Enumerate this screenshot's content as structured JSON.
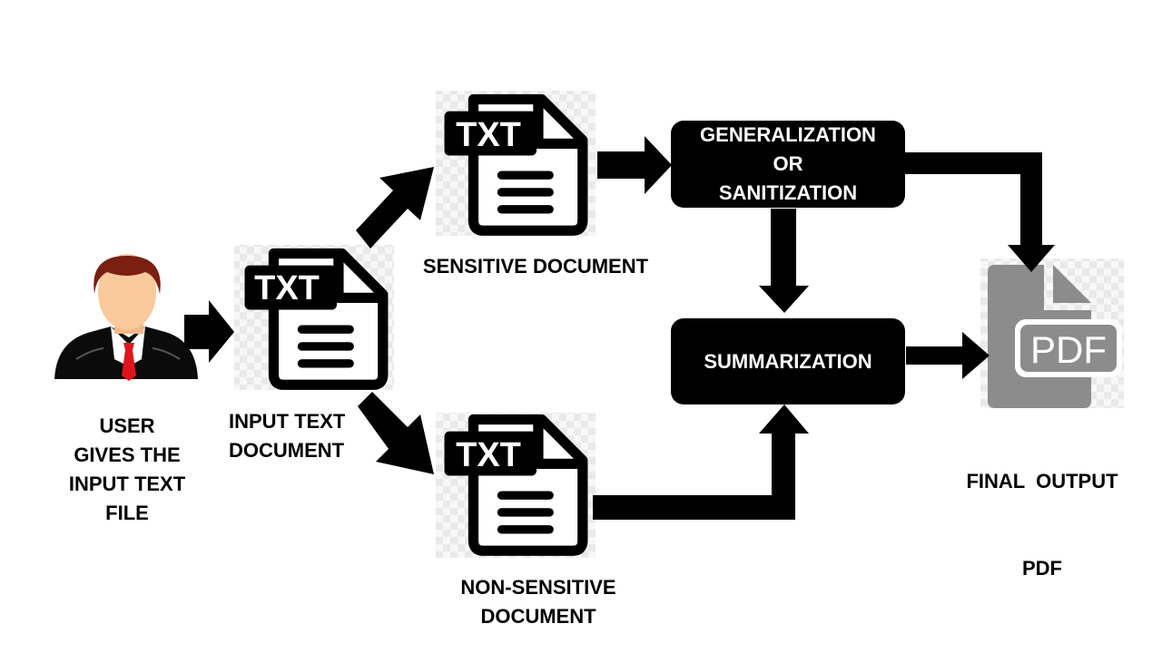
{
  "user": {
    "label_lines": [
      "USER",
      "GIVES THE",
      "INPUT TEXT",
      "FILE"
    ]
  },
  "input_doc": {
    "icon_text": "TXT",
    "label_lines": [
      "INPUT TEXT",
      "DOCUMENT"
    ]
  },
  "sensitive_doc": {
    "icon_text": "TXT",
    "label": "SENSITIVE DOCUMENT"
  },
  "nonsensitive_doc": {
    "icon_text": "TXT",
    "label_lines": [
      "NON-SENSITIVE",
      "DOCUMENT"
    ]
  },
  "generalization_box": {
    "lines": [
      "GENERALIZATION",
      "OR",
      "SANITIZATION"
    ]
  },
  "summarization_box": {
    "label": "SUMMARIZATION"
  },
  "output_pdf": {
    "icon_text": "PDF",
    "label_lines": [
      "FINAL  OUTPUT",
      "PDF"
    ]
  },
  "colors": {
    "arrow": "#000000",
    "box": "#000000",
    "pdf_icon": "#8c8c8c",
    "hair": "#7a1f12",
    "face": "#f8c99a",
    "tie": "#e0141c",
    "checker": "#ececec"
  }
}
